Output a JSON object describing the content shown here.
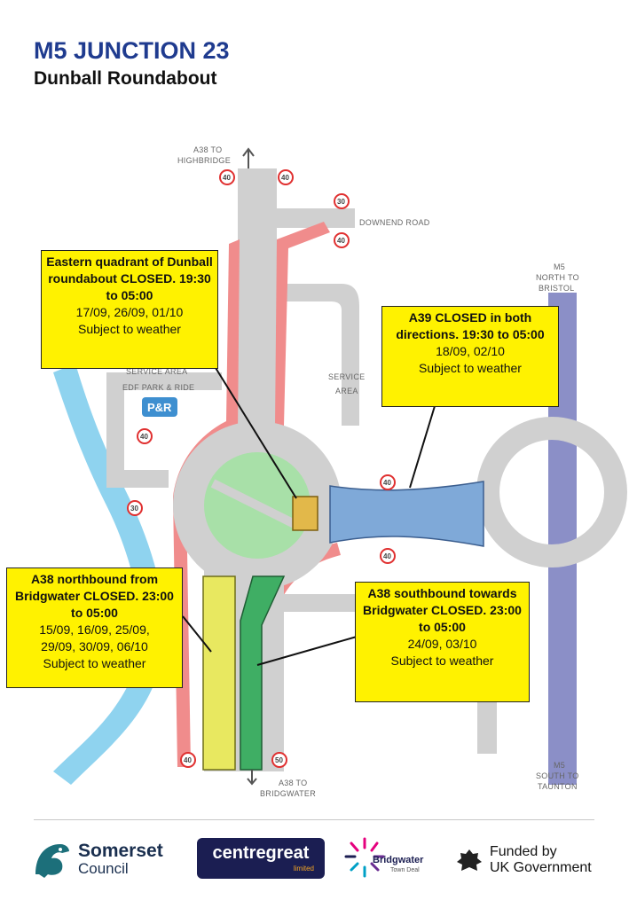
{
  "title": "M5 JUNCTION 23",
  "subtitle": "Dunball Roundabout",
  "map": {
    "labels": {
      "a38_highbridge_1": "A38 TO",
      "a38_highbridge_2": "HIGHBRIDGE",
      "downend_road": "DOWNEND ROAD",
      "m5_north_1": "M5",
      "m5_north_2": "NORTH TO",
      "m5_north_3": "BRISTOL",
      "service_area_1": "SERVICE",
      "service_area_2": "AREA",
      "service_area_edf": "SERVICE AREA",
      "edf_park_ride": "EDF PARK & RIDE",
      "park_ride_badge": "P&R",
      "a38_bridgwater_1": "A38 TO",
      "a38_bridgwater_2": "BRIDGWATER",
      "m5_south_1": "M5",
      "m5_south_2": "SOUTH TO",
      "m5_south_3": "TAUNTON"
    },
    "speed_limits": {
      "s1": "40",
      "s2": "40",
      "s3": "30",
      "s4": "40",
      "s5": "40",
      "s6": "30",
      "s7": "40",
      "s8": "40",
      "s9": "40",
      "s10": "50"
    },
    "colors": {
      "road": "#d0d0d0",
      "closed_footway": "#f08c8c",
      "river": "#8fd3ef",
      "motorway": "#8b8fc7",
      "island": "#a8e0a8",
      "closure_yellow": "#e8e860",
      "closure_green": "#3fae64",
      "closure_blue": "#7fa9d8",
      "closure_gold": "#e2b84a",
      "callout": "#fff200"
    }
  },
  "callouts": {
    "eastern": {
      "head": "Eastern quadrant of Dunball roundabout CLOSED. 19:30 to 05:00",
      "dates": "17/09, 26/09, 01/10",
      "note": "Subject to weather"
    },
    "a39": {
      "head": "A39 CLOSED in both directions. 19:30 to 05:00",
      "dates": "18/09, 02/10",
      "note": "Subject to weather"
    },
    "a38_north": {
      "head": "A38 northbound from Bridgwater CLOSED. 23:00 to 05:00",
      "dates_1": "15/09, 16/09, 25/09,",
      "dates_2": "29/09, 30/09, 06/10",
      "note": "Subject to weather"
    },
    "a38_south": {
      "head": "A38 southbound towards Bridgwater CLOSED. 23:00 to 05:00",
      "dates": "24/09, 03/10",
      "note": "Subject to weather"
    }
  },
  "footer": {
    "somerset_1": "Somerset",
    "somerset_2": "Council",
    "centregreat": "centregreat",
    "centregreat_sub": "limited",
    "bridgwater": "Bridgwater",
    "bridgwater_sub": "Town Deal",
    "funded_1": "Funded by",
    "funded_2": "UK Government"
  }
}
